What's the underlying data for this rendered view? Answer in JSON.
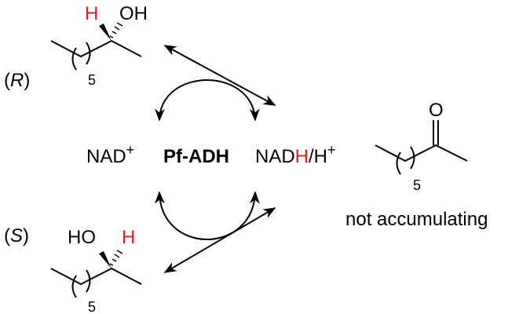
{
  "r_molecule": {
    "label_open": "(",
    "label_letter": "R",
    "label_close": ")",
    "h": "H",
    "oh": "OH",
    "subscript": "5"
  },
  "s_molecule": {
    "label_open": "(",
    "label_letter": "S",
    "label_close": ")",
    "h": "H",
    "oh": "HO",
    "subscript": "5"
  },
  "cofactor_left": {
    "text": "NAD",
    "sup": "+"
  },
  "enzyme": "Pf-ADH",
  "cofactor_right": {
    "pre": "NAD",
    "h": "H",
    "post": "/H",
    "sup": "+"
  },
  "ketone": {
    "o": "O",
    "subscript": "5",
    "caption": "not accumulating"
  },
  "colors": {
    "highlight": "#e8191f",
    "ink": "#000000"
  }
}
